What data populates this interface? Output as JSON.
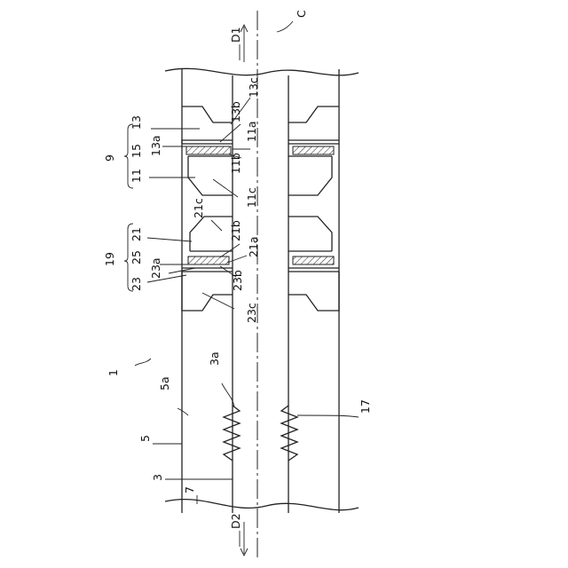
{
  "labels": {
    "C": "C",
    "D1": "D1",
    "D2": "D2",
    "n1": "1",
    "n3": "3",
    "n3a": "3a",
    "n5": "5",
    "n5a": "5a",
    "n7": "7",
    "n9": "9",
    "n11": "11",
    "n11a": "11a",
    "n11b": "11b",
    "n11c": "11c",
    "n13": "13",
    "n13a": "13a",
    "n13b": "13b",
    "n13c": "13c",
    "n15": "15",
    "n17": "17",
    "n19": "19",
    "n21": "21",
    "n21a": "21a",
    "n21b": "21b",
    "n21c": "21c",
    "n23": "23",
    "n23a": "23a",
    "n23b": "23b",
    "n23c": "23c",
    "n25": "25"
  }
}
